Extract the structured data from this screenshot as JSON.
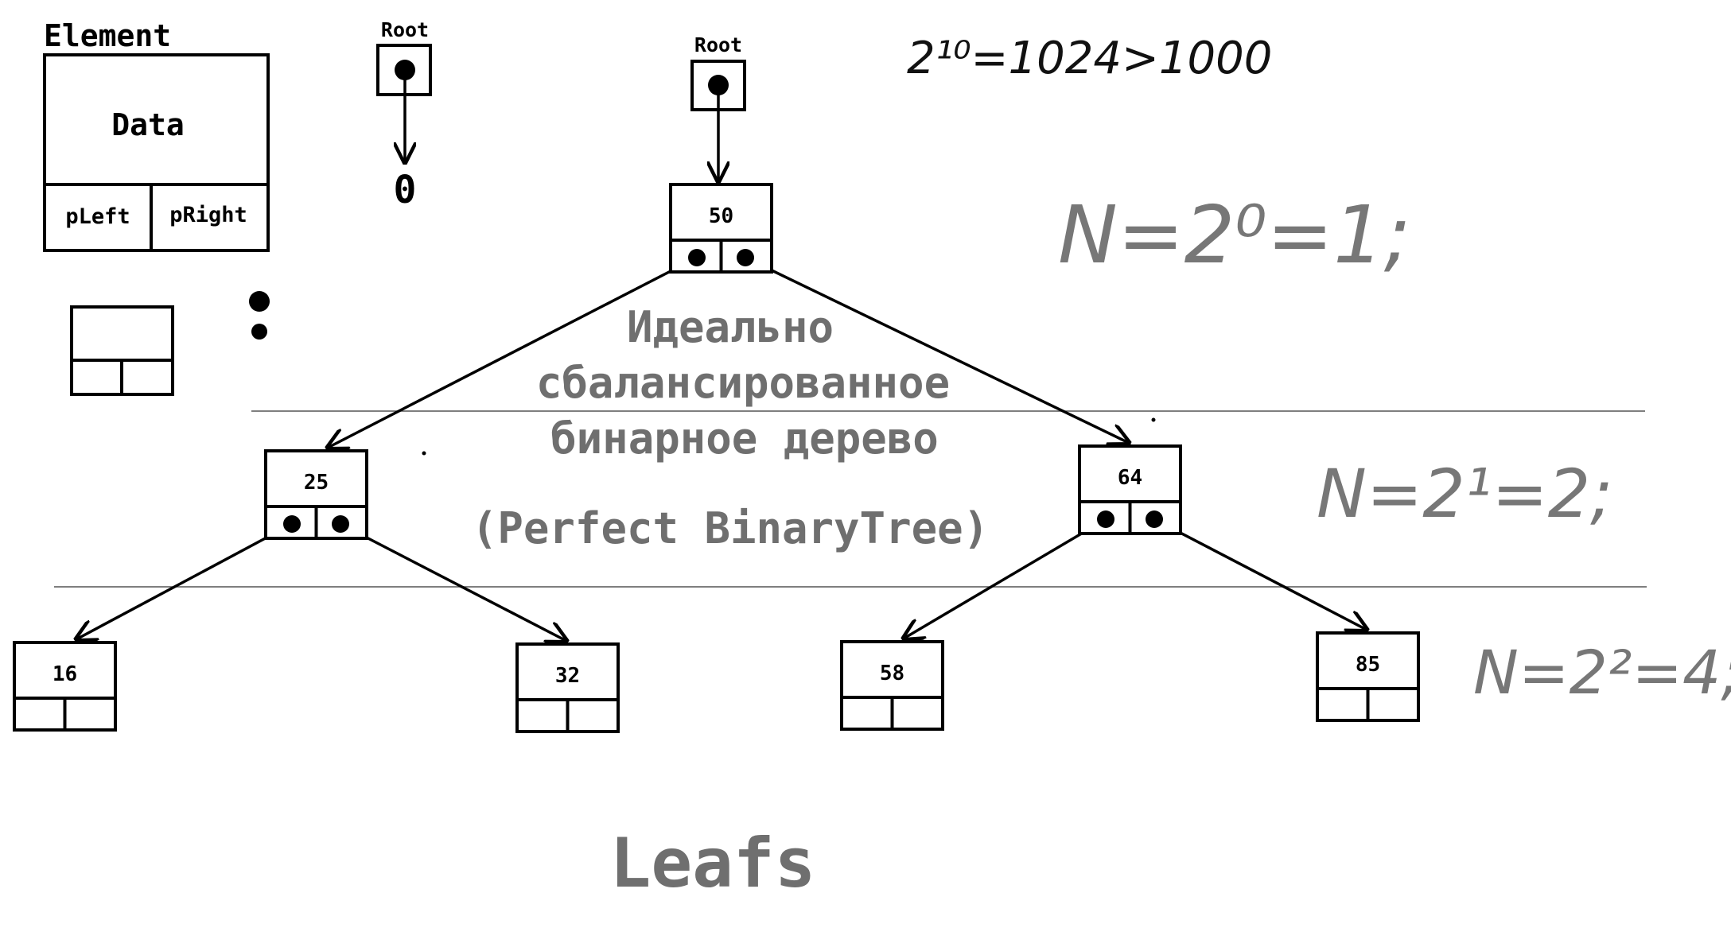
{
  "legend": {
    "title": "Element",
    "data_label": "Data",
    "left_label": "pLeft",
    "right_label": "pRight"
  },
  "empty_tree": {
    "root_label": "Root",
    "null_value": "0"
  },
  "tree": {
    "root_label": "Root",
    "nodes": [
      {
        "id": "n50",
        "value": "50"
      },
      {
        "id": "n25",
        "value": "25"
      },
      {
        "id": "n64",
        "value": "64"
      },
      {
        "id": "n16",
        "value": "16"
      },
      {
        "id": "n32",
        "value": "32"
      },
      {
        "id": "n58",
        "value": "58"
      },
      {
        "id": "n85",
        "value": "85"
      }
    ],
    "edges": [
      [
        "n50",
        "n25"
      ],
      [
        "n50",
        "n64"
      ],
      [
        "n25",
        "n16"
      ],
      [
        "n25",
        "n32"
      ],
      [
        "n64",
        "n58"
      ],
      [
        "n64",
        "n85"
      ]
    ]
  },
  "caption": {
    "line1": "Идеально",
    "line2": "сбалансированное",
    "line3": "бинарное дерево",
    "line4": "(Perfect BinaryTree)"
  },
  "leafs_label": "Leafs",
  "notes": {
    "top": "2¹⁰=1024>1000",
    "level0": "N=2⁰=1;",
    "level1": "N=2¹=2;",
    "level2": "N=2²=4;"
  },
  "colors": {
    "ink": "#000000",
    "caption": "#6f6f6f",
    "notes": "#777777",
    "lines": "#555555"
  }
}
